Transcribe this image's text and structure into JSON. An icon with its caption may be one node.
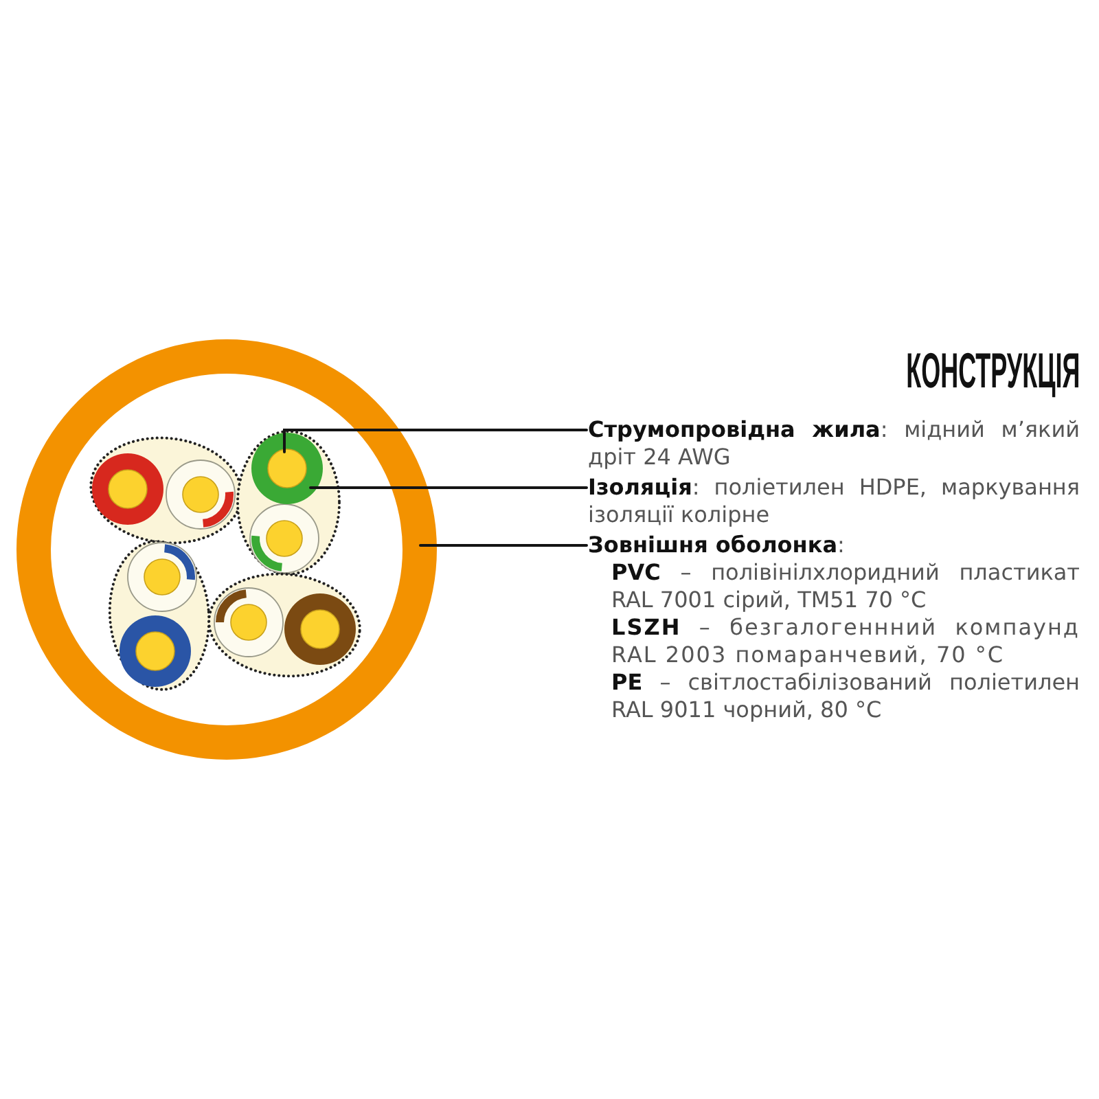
{
  "diagram": {
    "title": "КОНСТРУКЦІЯ",
    "nodes": [
      {
        "text": [
          "**Струмопровідна жила**: мідний м’який дріт 24 AWG"
        ]
      },
      {
        "text": [
          "**Ізоляція**: поліетилен HDPE, маркування ізоляції колірне"
        ]
      },
      {
        "text": [
          "**Зовнішня оболонка**:",
          "**PVC** – полівінілхлоридний пластикат RAL 7001 сірий, ТМ51 70 °C",
          "**LSZH** – безгалогеннний компаунд RAL 2003 помаранчевий, 70 °C",
          "**PE** – світлостабілізований поліетилен RAL 9011 чорний, 80 °C"
        ]
      },
      {
        "text": [],
        "shape": "ring"
      },
      {
        "text": [],
        "shape": "ring",
        "in": 3
      },
      {
        "text": [],
        "shape": "circle",
        "in": 4
      },
      {
        "text": [],
        "shape": "circle",
        "in": 3
      },
      {
        "text": [],
        "shape": "circle",
        "in": 3
      },
      {
        "text": [],
        "shape": "circle",
        "in": 3
      },
      {
        "text": [],
        "shape": "circle",
        "in": 3
      },
      {
        "text": [],
        "shape": "circle",
        "in": 3
      },
      {
        "text": [],
        "shape": "circle",
        "in": 3
      },
      {
        "text": [],
        "shape": "circle",
        "in": 3
      }
    ],
    "edges": [
      {
        "from": 0,
        "to": 5,
        "arrow": "none"
      },
      {
        "from": 1,
        "to": 4,
        "arrow": "none"
      },
      {
        "from": 2,
        "to": 3,
        "arrow": "none"
      }
    ]
  }
}
